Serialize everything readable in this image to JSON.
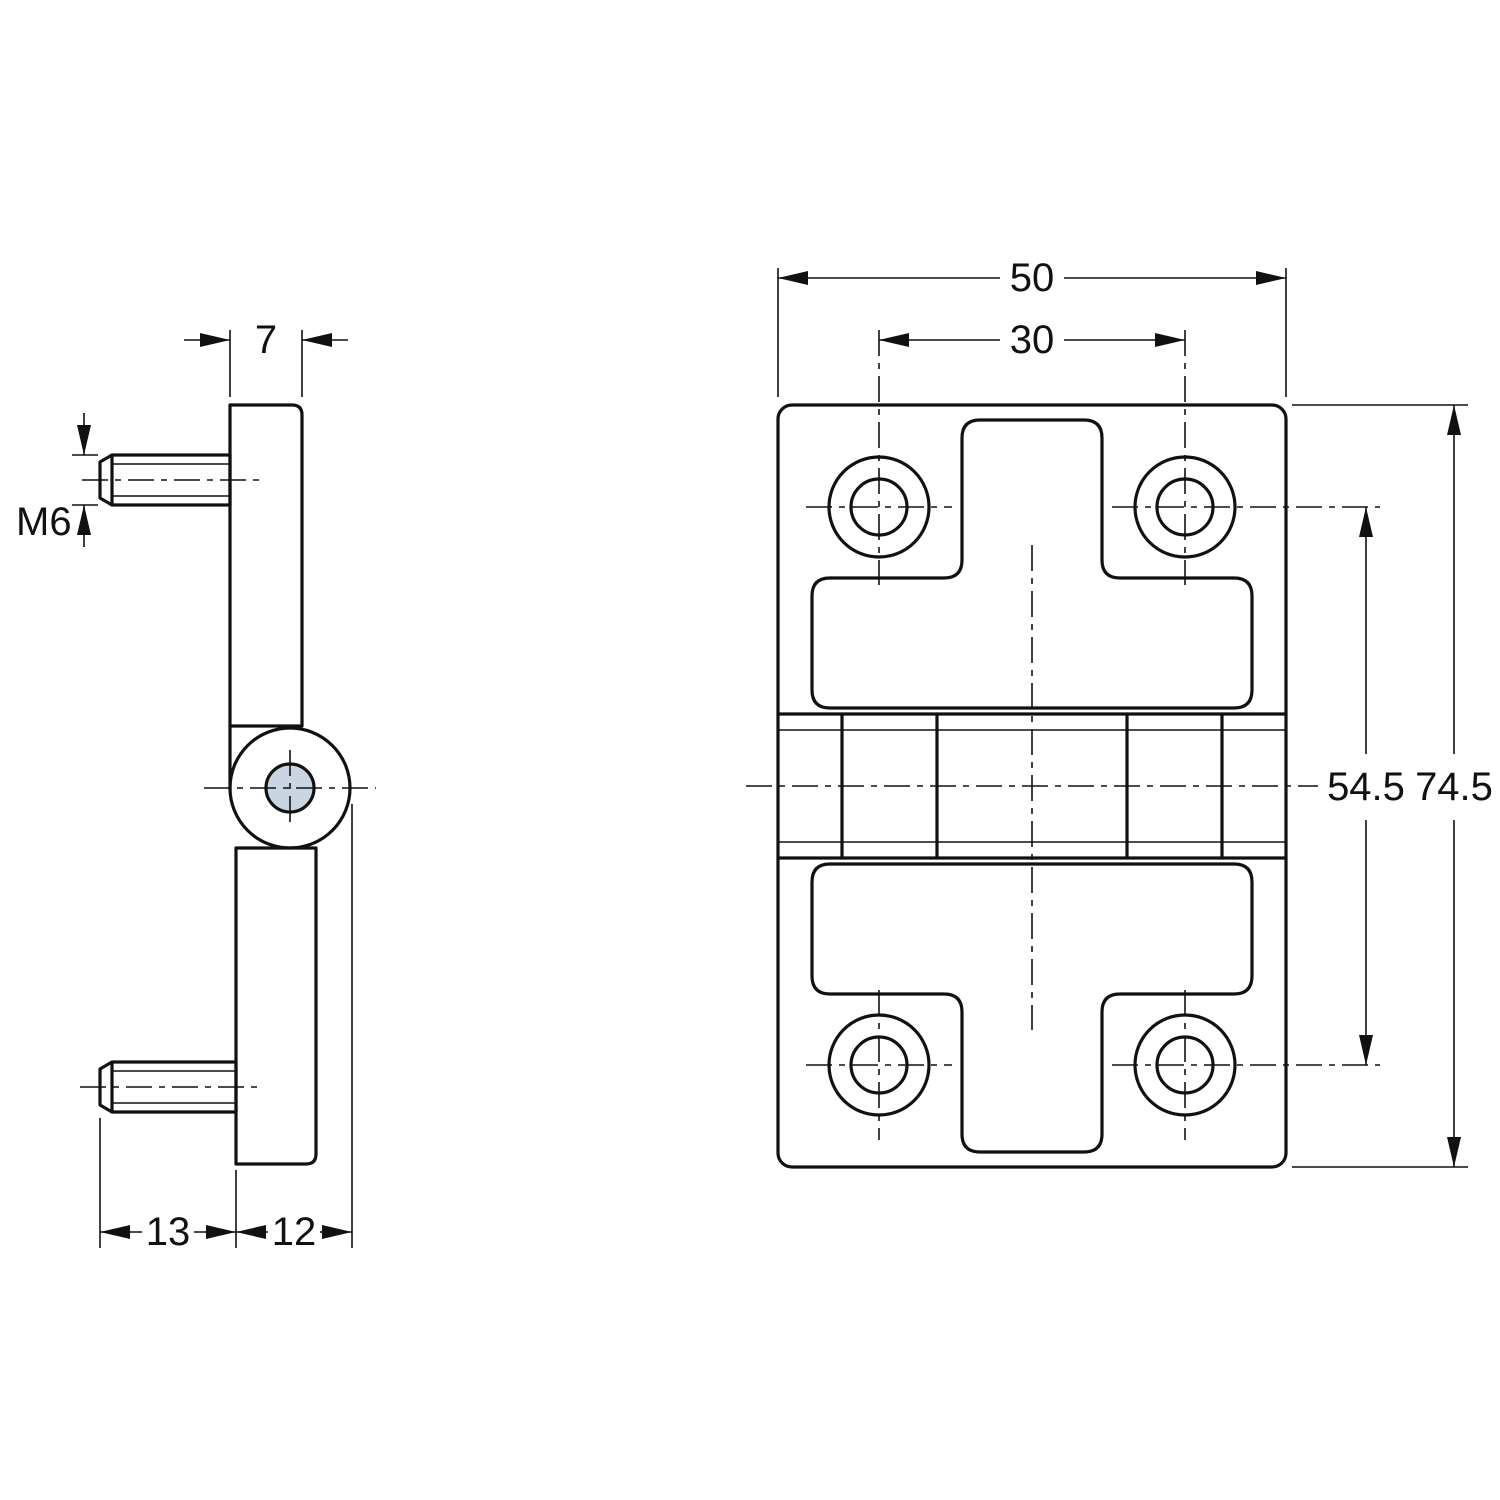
{
  "drawing": {
    "background_color": "#ffffff",
    "line_color": "#111111",
    "pin_hole_fill": "#c9d6e2",
    "dimensions": {
      "overall_width": "50",
      "hole_pitch_horizontal": "30",
      "hole_pitch_vertical": "54.5",
      "overall_height": "74.5",
      "leaf_thickness": "7",
      "thread_size": "M6",
      "stud_length": "13",
      "leaf_offset": "12"
    }
  }
}
